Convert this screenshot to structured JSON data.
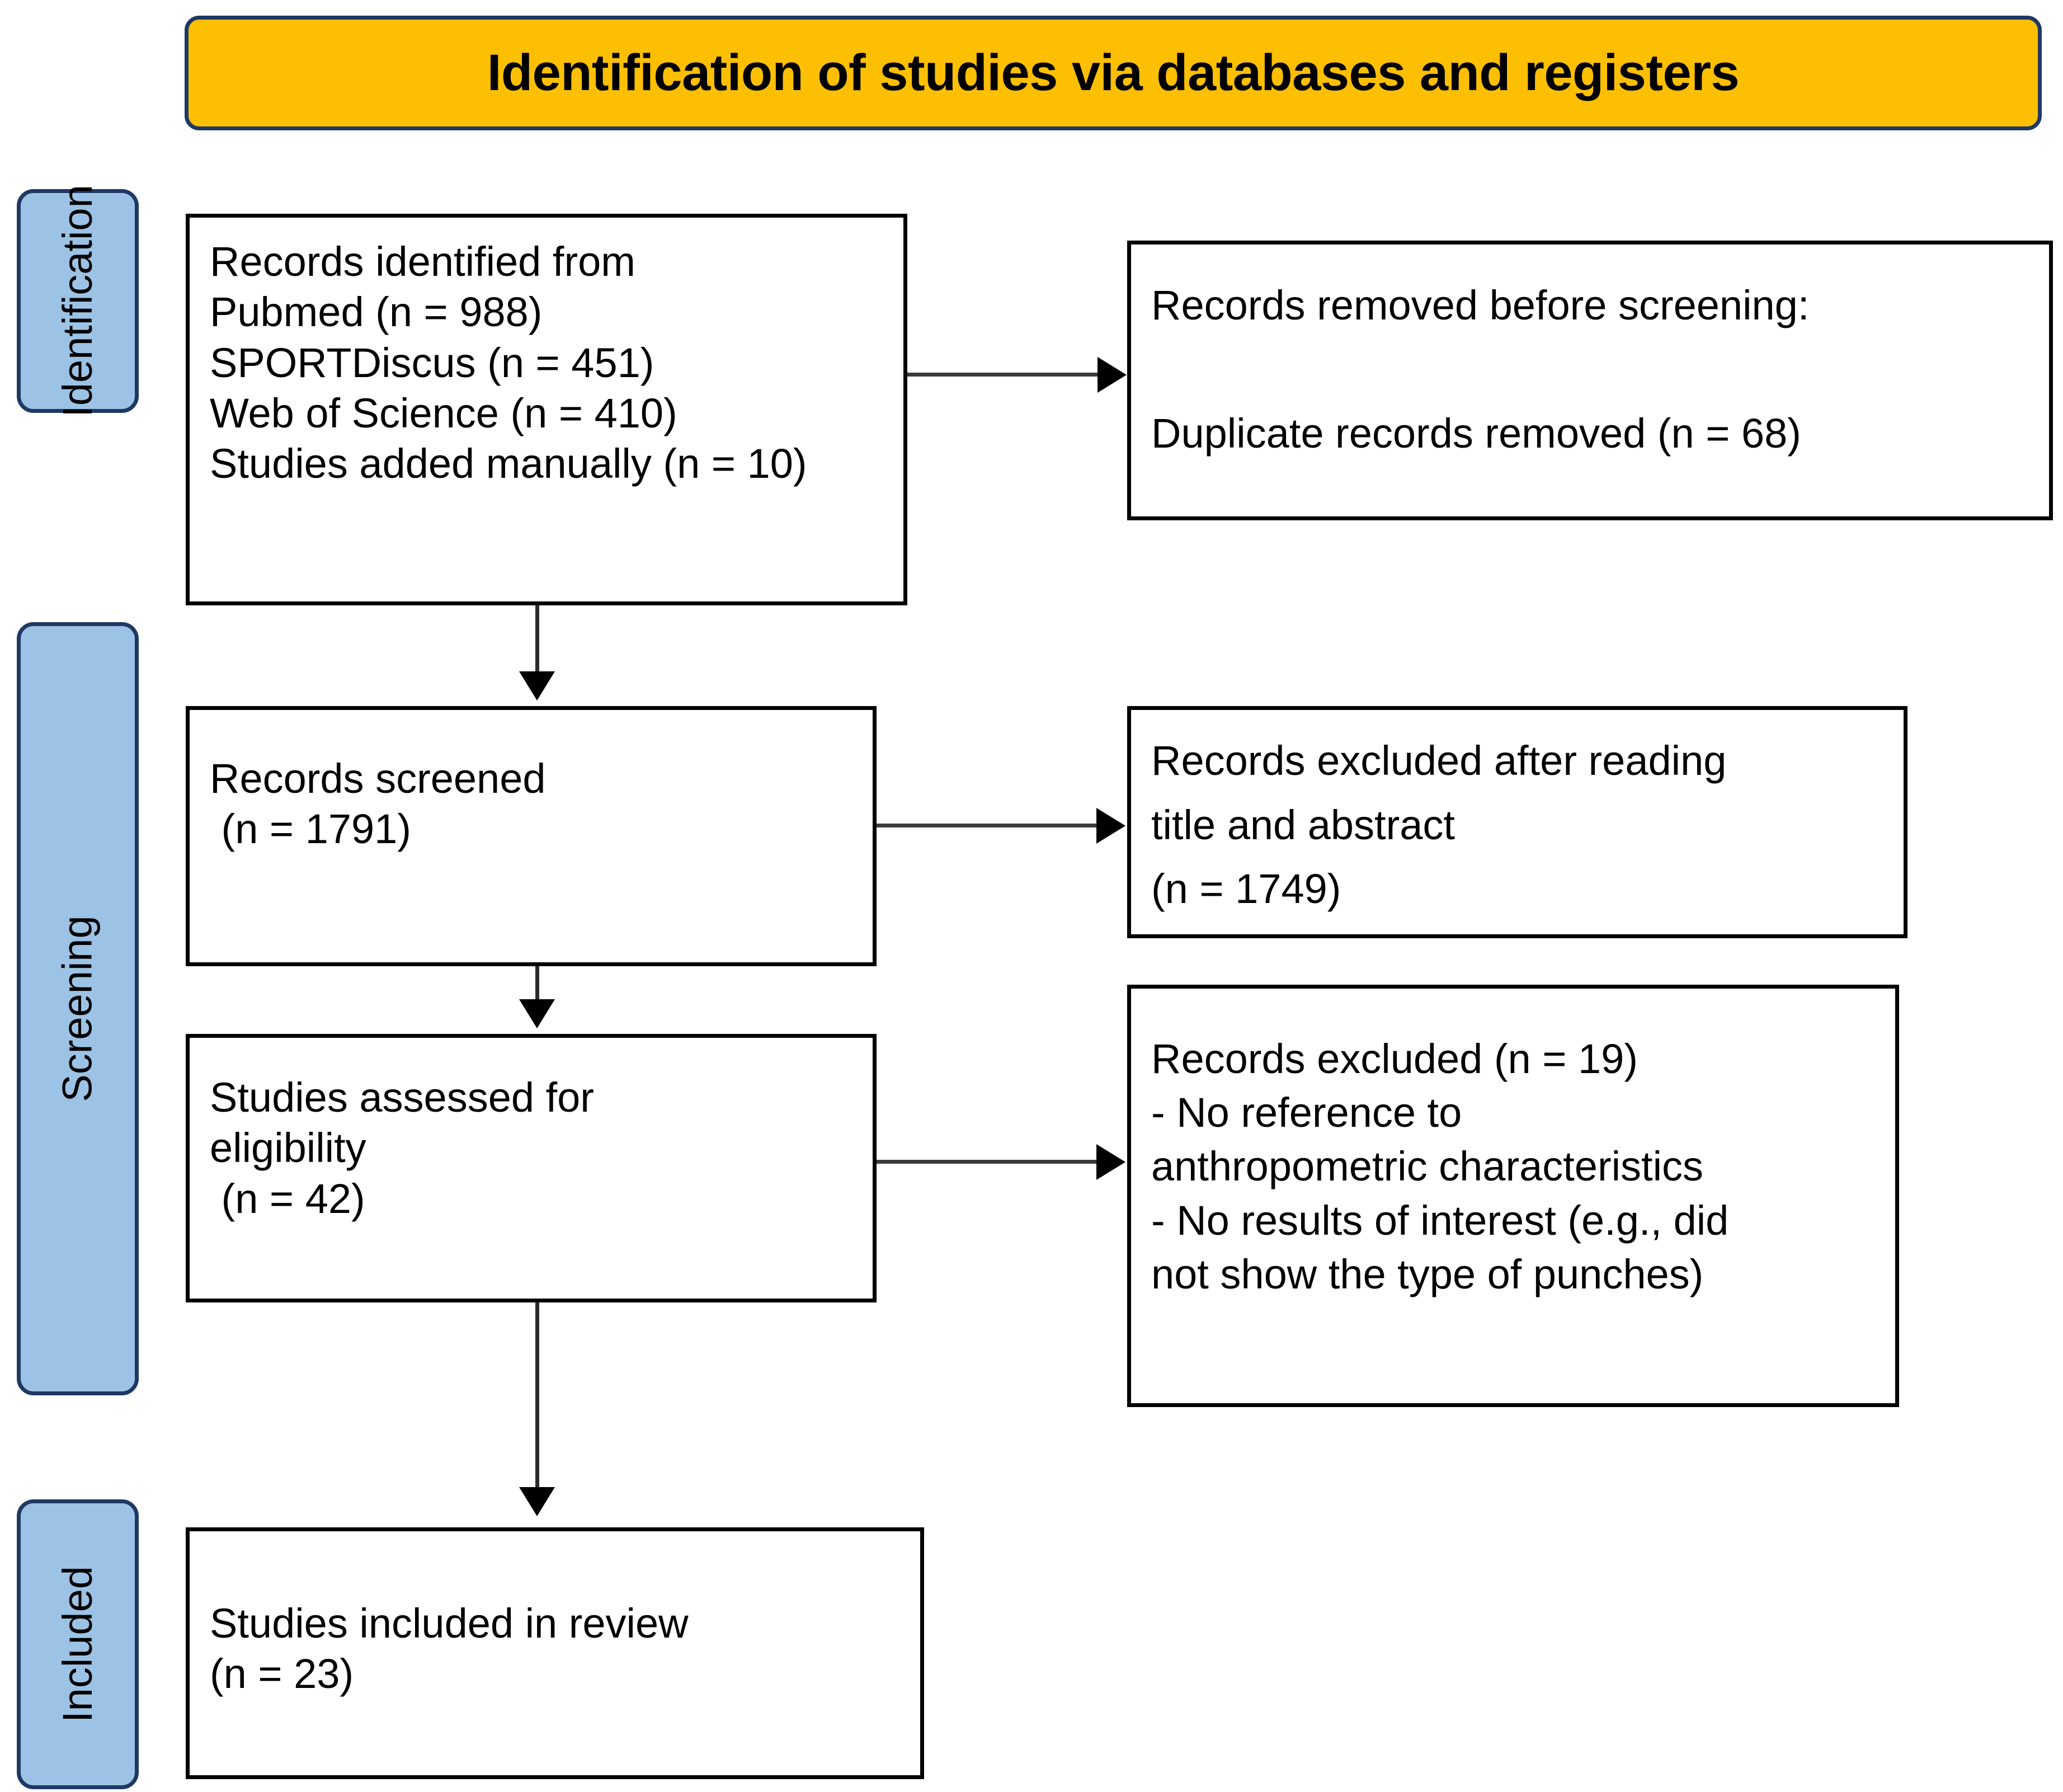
{
  "header": {
    "title": "Identification of studies via databases and registers",
    "background_color": "#FCBF02",
    "border_color": "#1F3864"
  },
  "stages": [
    {
      "id": "identification",
      "label": "Identification"
    },
    {
      "id": "screening",
      "label": "Screening"
    },
    {
      "id": "included",
      "label": "Included"
    }
  ],
  "stage_style": {
    "background_color": "#9CC3E5",
    "border_color": "#1F3864"
  },
  "boxes": {
    "identified": {
      "lines": [
        "Records identified from",
        "Pubmed (n = 988)",
        "SPORTDiscus (n = 451)",
        "Web of Science (n = 410)",
        "Studies added manually (n = 10)"
      ]
    },
    "removed": {
      "lines": [
        "Records removed before screening:",
        "Duplicate records removed (n = 68)"
      ]
    },
    "screened": {
      "lines": [
        "Records screened",
        " (n = 1791)"
      ]
    },
    "excluded_title_abstract": {
      "lines": [
        "Records excluded after reading",
        "title and abstract",
        "(n = 1749)"
      ]
    },
    "eligibility": {
      "lines": [
        "Studies assessed for",
        "eligibility",
        " (n = 42)"
      ]
    },
    "excluded_fulltext": {
      "lines": [
        "Records excluded (n = 19)",
        "- No reference to",
        "anthropometric characteristics",
        "- No results of interest (e.g., did",
        "not show the type of punches)"
      ]
    },
    "included": {
      "lines": [
        "Studies included in review",
        "(n = 23)"
      ]
    }
  },
  "chart_data": {
    "type": "diagram",
    "title": "Identification of studies via databases and registers",
    "diagram_kind": "PRISMA flow diagram",
    "nodes": [
      {
        "id": "identified",
        "stage": "Identification",
        "label": "Records identified from",
        "sources": [
          {
            "name": "Pubmed",
            "n": 988
          },
          {
            "name": "SPORTDiscus",
            "n": 451
          },
          {
            "name": "Web of Science",
            "n": 410
          },
          {
            "name": "Studies added manually",
            "n": 10
          }
        ]
      },
      {
        "id": "removed",
        "stage": "Identification",
        "label": "Records removed before screening: Duplicate records removed",
        "n": 68
      },
      {
        "id": "screened",
        "stage": "Screening",
        "label": "Records screened",
        "n": 1791
      },
      {
        "id": "excluded_title_abstract",
        "stage": "Screening",
        "label": "Records excluded after reading title and abstract",
        "n": 1749
      },
      {
        "id": "eligibility",
        "stage": "Screening",
        "label": "Studies assessed for eligibility",
        "n": 42
      },
      {
        "id": "excluded_fulltext",
        "stage": "Screening",
        "label": "Records excluded",
        "n": 19,
        "reasons": [
          "No reference to anthropometric characteristics",
          "No results of interest (e.g., did not show the type of punches)"
        ]
      },
      {
        "id": "included",
        "stage": "Included",
        "label": "Studies included in review",
        "n": 23
      }
    ],
    "edges": [
      {
        "from": "identified",
        "to": "removed",
        "direction": "right"
      },
      {
        "from": "identified",
        "to": "screened",
        "direction": "down"
      },
      {
        "from": "screened",
        "to": "excluded_title_abstract",
        "direction": "right"
      },
      {
        "from": "screened",
        "to": "eligibility",
        "direction": "down"
      },
      {
        "from": "eligibility",
        "to": "excluded_fulltext",
        "direction": "right"
      },
      {
        "from": "eligibility",
        "to": "included",
        "direction": "down"
      }
    ]
  }
}
